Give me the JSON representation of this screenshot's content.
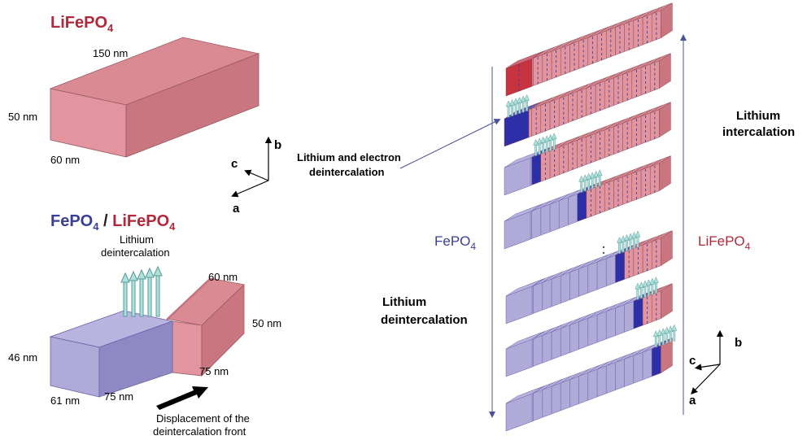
{
  "colors": {
    "red_top": "#d98a93",
    "red_front": "#e2959e",
    "red_side": "#c97680",
    "red_text": "#b0283a",
    "blue_text": "#3a3f96",
    "purple_top": "#b9b3e0",
    "purple_front": "#b0aad8",
    "purple_side": "#8f88c4",
    "navy": "#2d2fa8",
    "arrow_fill": "#aee0dc",
    "arrow_stroke": "#5a9c9a",
    "line": "#4a4f9a"
  },
  "top_left": {
    "formula_main": "LiFePO",
    "formula_sub": "4",
    "length_label": "150 nm",
    "height_label": "50 nm",
    "depth_label": "60 nm"
  },
  "axes_left": {
    "b": "b",
    "c": "c",
    "a": "a"
  },
  "bottom_left": {
    "formula1_main": "FePO",
    "formula1_sub": "4",
    "separator": " / ",
    "formula2_main": "LiFePO",
    "formula2_sub": "4",
    "deint_line1": "Lithium",
    "deint_line2": "deintercalation",
    "label_60": "60 nm",
    "label_50": "50 nm",
    "label_46": "46 nm",
    "label_61": "61 nm",
    "label_75a": "75 nm",
    "label_75b": "75 nm",
    "displacement_line1": "Displacement of the",
    "displacement_line2": "deintercalation front"
  },
  "middle": {
    "li_e_line1": "Lithium and electron",
    "li_e_line2": "deintercalation",
    "fepo_main": "FePO",
    "fepo_sub": "4",
    "lithium_deint_line1": "Lithium",
    "lithium_deint_line2": "deintercalation"
  },
  "right": {
    "intercal_line1": "Lithium",
    "intercal_line2": "intercalation",
    "lifepo_main": "LiFePO",
    "lifepo_sub": "4"
  },
  "axes_right": {
    "b": "b",
    "c": "c",
    "a": "a"
  }
}
